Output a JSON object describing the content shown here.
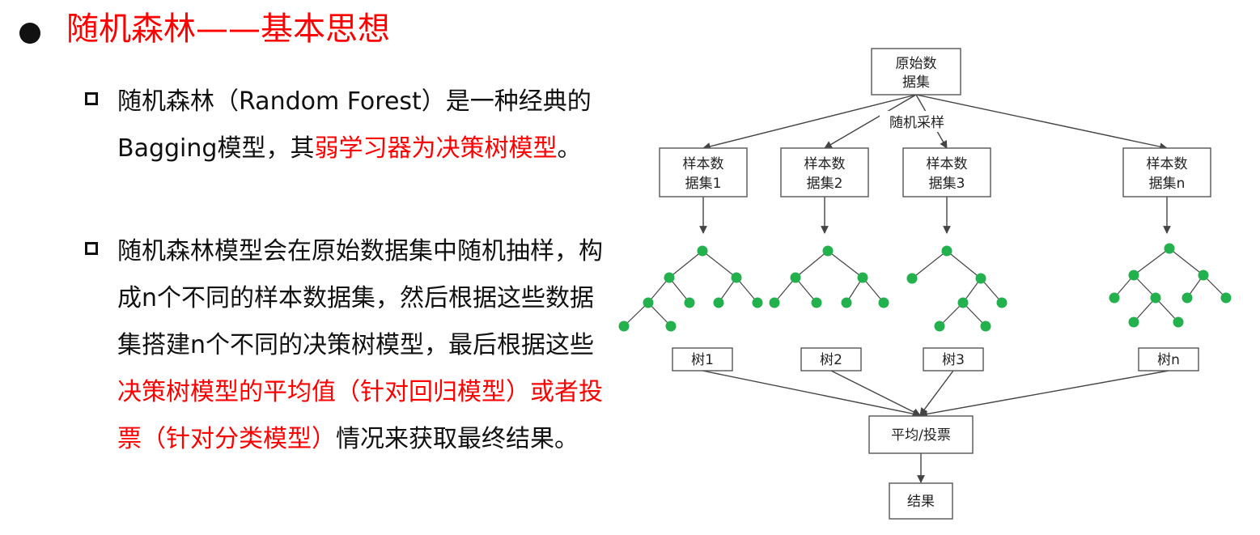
{
  "title": "随机森林——基本思想",
  "paragraphs": [
    {
      "segments": [
        {
          "text": "随机森林（Random Forest）是一种经典的Bagging模型，其",
          "red": false
        },
        {
          "text": "弱学习器为决策树模型",
          "red": true
        },
        {
          "text": "。",
          "red": false
        }
      ]
    },
    {
      "segments": [
        {
          "text": "随机森林模型会在原始数据集中随机抽样，构成n个不同的样本数据集，然后根据这些数据集搭建n个不同的决策树模型，最后根据这些",
          "red": false
        },
        {
          "text": "决策树模型的平均值（针对回归模型）或者投票（针对分类模型）",
          "red": true
        },
        {
          "text": "情况来获取最终结果。",
          "red": false
        }
      ]
    }
  ],
  "diagram": {
    "root": [
      "原始数",
      "据集"
    ],
    "sampling_label": "随机采样",
    "samples": [
      [
        "样本数",
        "据集1"
      ],
      [
        "样本数",
        "据集2"
      ],
      [
        "样本数",
        "据集3"
      ],
      [
        "样本数",
        "据集n"
      ]
    ],
    "trees": [
      "树1",
      "树2",
      "树3",
      "树n"
    ],
    "aggregate": "平均/投票",
    "result": "结果",
    "colors": {
      "node": "#22b14c",
      "line": "#444444",
      "box_border": "#555555"
    }
  }
}
